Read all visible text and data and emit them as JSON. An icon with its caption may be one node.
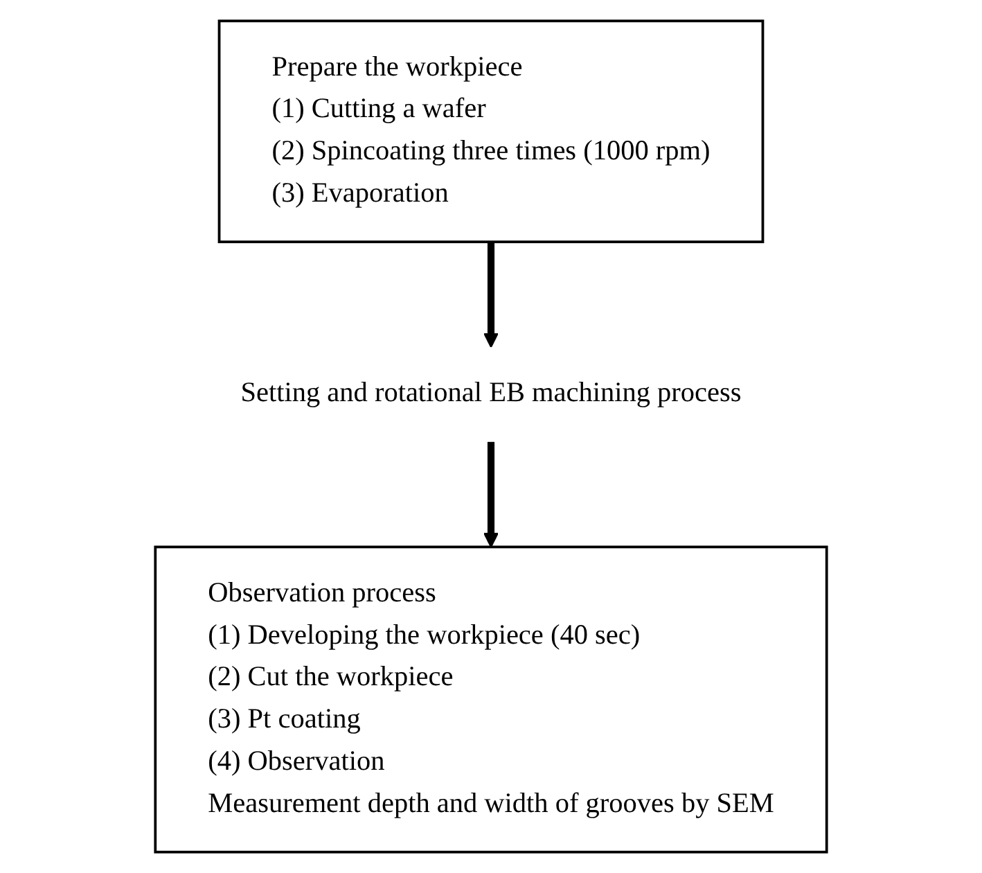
{
  "diagram": {
    "nodes": [
      {
        "text": [
          "Prepare the workpiece",
          "(1) Cutting a wafer",
          "(2) Spincoating three times (1000 rpm)",
          "(3) Evaporation"
        ]
      },
      {
        "text": [
          "Setting and rotational EB machining process"
        ]
      },
      {
        "text": [
          "Observation process",
          "(1) Developing the workpiece (40 sec)",
          "(2) Cut the workpiece",
          "(3) Pt coating",
          "(4) Observation",
          "Measurement depth and width of grooves by SEM"
        ]
      }
    ],
    "edges": [
      {
        "from": 0,
        "to": 1,
        "arrow": "to"
      },
      {
        "from": 1,
        "to": 2,
        "arrow": "to"
      }
    ]
  }
}
